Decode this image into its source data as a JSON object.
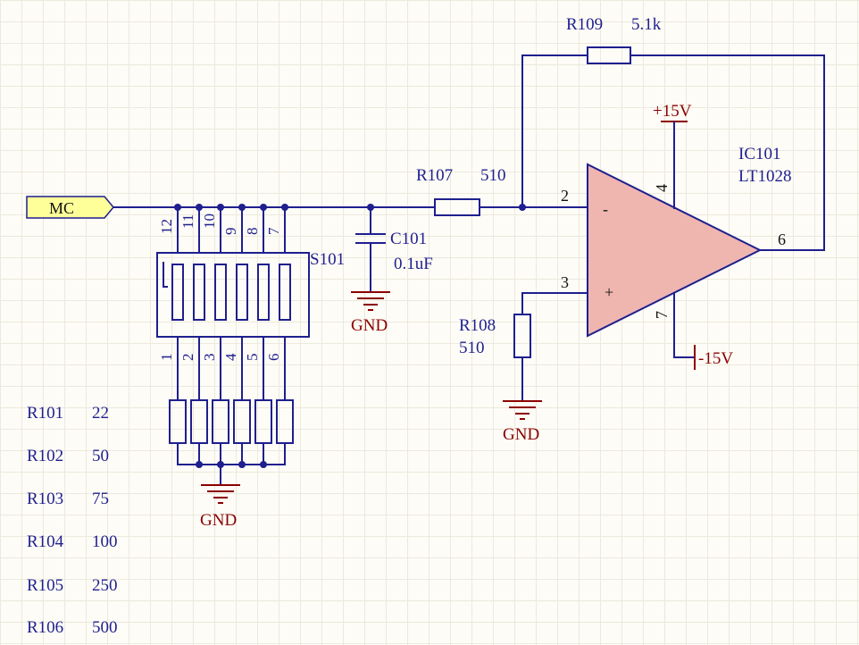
{
  "net_port": {
    "label": "MC"
  },
  "switch": {
    "designator": "S101",
    "top_pins": [
      "12",
      "11",
      "10",
      "9",
      "8",
      "7"
    ],
    "bottom_pins": [
      "1",
      "2",
      "3",
      "4",
      "5",
      "6"
    ]
  },
  "capacitor": {
    "designator": "C101",
    "value": "0.1uF"
  },
  "r107": {
    "designator": "R107",
    "value": "510"
  },
  "r108": {
    "designator": "R108",
    "value": "510"
  },
  "r109": {
    "designator": "R109",
    "value": "5.1k"
  },
  "opamp": {
    "designator": "IC101",
    "part": "LT1028",
    "pin_inv": "2",
    "pin_noninv": "3",
    "pin_out": "6",
    "pin_vplus": "4",
    "pin_vminus": "7",
    "minus_sign": "-",
    "plus_sign": "+"
  },
  "power": {
    "positive": "+15V",
    "negative": "-15V"
  },
  "ground_label": "GND",
  "resistor_table": [
    {
      "designator": "R101",
      "value": "22"
    },
    {
      "designator": "R102",
      "value": "50"
    },
    {
      "designator": "R103",
      "value": "75"
    },
    {
      "designator": "R104",
      "value": "100"
    },
    {
      "designator": "R105",
      "value": "250"
    },
    {
      "designator": "R106",
      "value": "500"
    }
  ],
  "colors": {
    "wire": "#1f1f8f",
    "ground": "#8b0000",
    "opamp_fill": "#efb6b0",
    "port_fill": "#ffff99",
    "background": "#fdfcf6"
  }
}
